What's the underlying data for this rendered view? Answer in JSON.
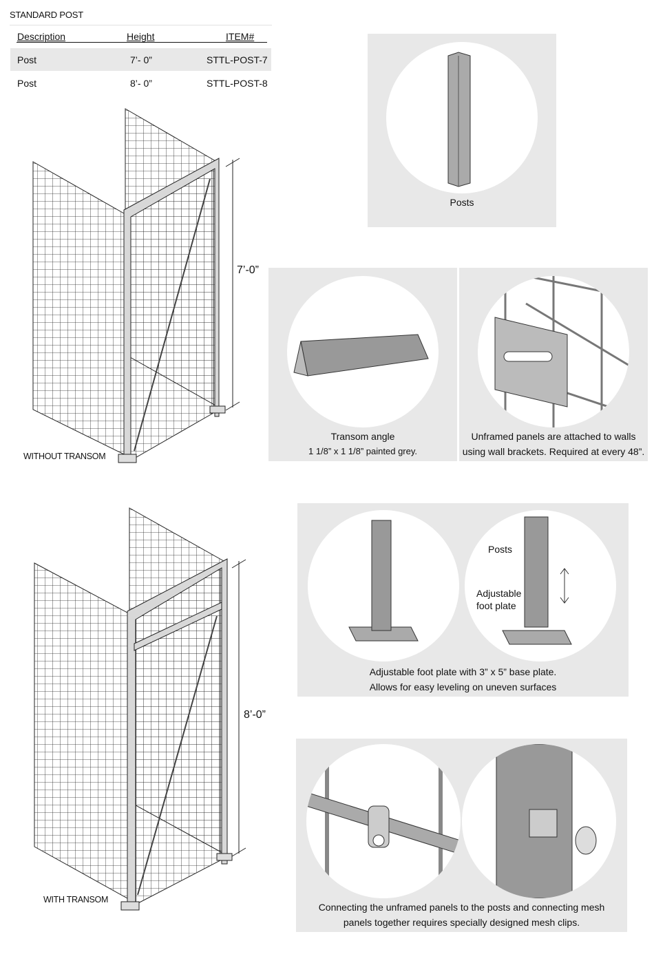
{
  "table": {
    "title": "STANDARD POST",
    "headers": [
      "Description",
      "Height",
      "ITEM#"
    ],
    "rows": [
      {
        "description": "Post",
        "height": "7’- 0”",
        "item": "STTL-POST-7"
      },
      {
        "description": "Post",
        "height": "8’- 0”",
        "item": "STTL-POST-8"
      }
    ]
  },
  "drawings": {
    "without_transom": {
      "label": "WITHOUT TRANSOM",
      "dimension": "7’-0”"
    },
    "with_transom": {
      "label": "WITH TRANSOM",
      "dimension": "8’-0”"
    }
  },
  "panels": {
    "posts": {
      "caption": "Posts"
    },
    "transom": {
      "caption": "Transom angle",
      "subcaption": "1 1/8” x 1 1/8” painted grey."
    },
    "bracket": {
      "caption": "Unframed panels are attached to walls",
      "subcaption": "using wall brackets. Required at every 48”."
    },
    "footplate": {
      "label_posts": "Posts",
      "label_adjustable": "Adjustable",
      "label_foot": "foot plate",
      "caption": "Adjustable foot plate with 3” x 5” base plate.",
      "subcaption": "Allows for easy leveling on uneven surfaces"
    },
    "clips": {
      "caption": "Connecting the unframed panels to the posts and connecting mesh",
      "subcaption": "panels together requires specially designed mesh clips."
    }
  }
}
